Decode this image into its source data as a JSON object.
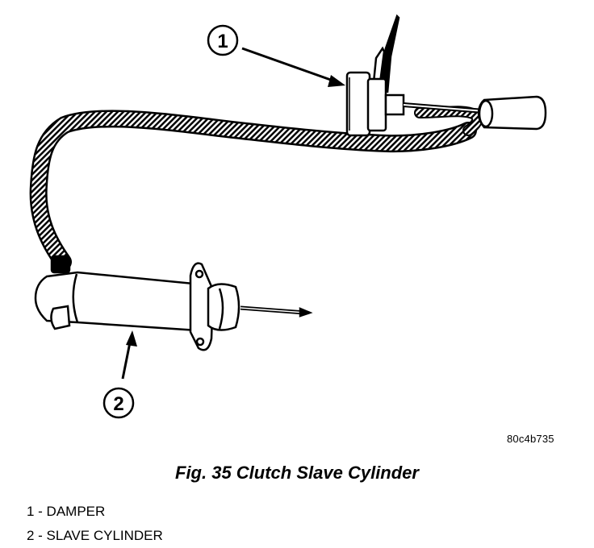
{
  "figure": {
    "callouts": [
      {
        "number": "1",
        "part": "damper"
      },
      {
        "number": "2",
        "part": "slave-cylinder"
      }
    ],
    "reference_code": "80c4b735",
    "caption": "Fig. 35 Clutch Slave Cylinder",
    "legend": [
      "1 - DAMPER",
      "2 - SLAVE CYLINDER"
    ]
  }
}
